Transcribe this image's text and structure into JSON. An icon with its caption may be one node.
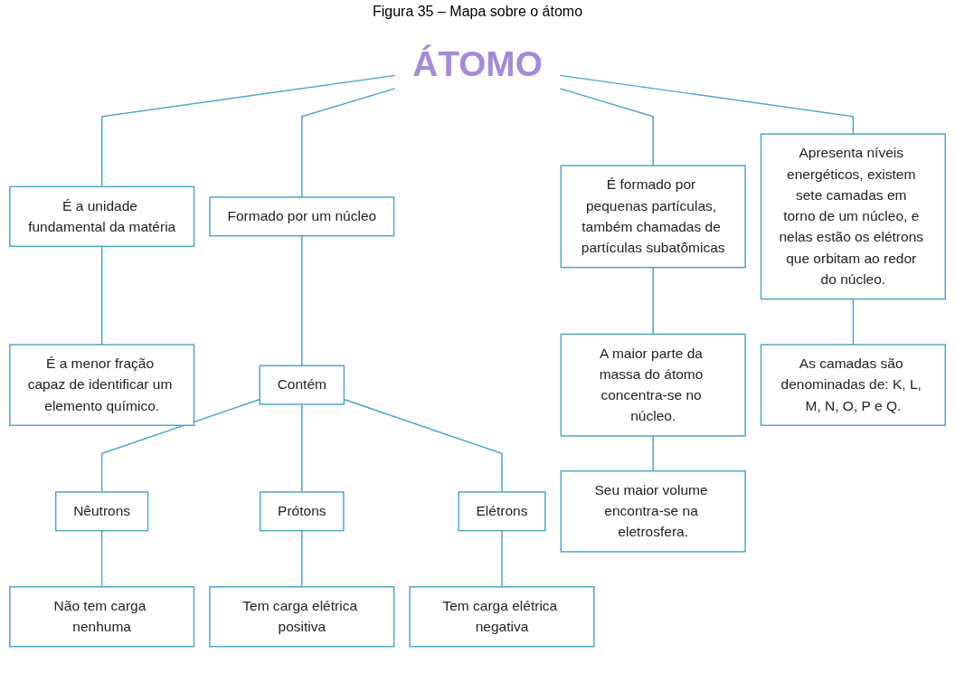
{
  "diagram": {
    "title": "Figura 35 – Mapa sobre o átomo",
    "nodes": [
      {
        "text": [
          "ÁTOMO"
        ]
      },
      {
        "text": [
          "É a unidade fundamental da matéria"
        ]
      },
      {
        "text": [
          "É a menor fração capaz de identificar um elemento químico."
        ]
      },
      {
        "text": [
          "Formado por um núcleo"
        ]
      },
      {
        "text": [
          "Contém"
        ]
      },
      {
        "text": [
          "Nêutrons"
        ]
      },
      {
        "text": [
          "Prótons"
        ]
      },
      {
        "text": [
          "Elétrons"
        ]
      },
      {
        "text": [
          "Não tem carga nenhuma"
        ]
      },
      {
        "text": [
          "Tem carga elétrica positiva"
        ]
      },
      {
        "text": [
          "Tem carga elétrica negativa"
        ]
      },
      {
        "text": [
          "É formado por pequenas partículas, também chamadas de partículas subatômicas"
        ]
      },
      {
        "text": [
          "A maior parte da massa do átomo concentra-se no núcleo."
        ]
      },
      {
        "text": [
          "Seu maior volume encontra-se na eletrosfera."
        ]
      },
      {
        "text": [
          "Apresenta níveis energéticos, existem sete camadas em torno de um núcleo, e nelas estão os elétrons que orbitam ao redor do núcleo."
        ]
      },
      {
        "text": [
          "As camadas são denominadas de: K, L, M, N, O, P e Q."
        ]
      }
    ],
    "edges": [
      {
        "from": 0,
        "to": 1,
        "arrow": "none"
      },
      {
        "from": 0,
        "to": 3,
        "arrow": "none"
      },
      {
        "from": 0,
        "to": 11,
        "arrow": "none"
      },
      {
        "from": 0,
        "to": 14,
        "arrow": "none"
      },
      {
        "from": 1,
        "to": 2,
        "arrow": "none"
      },
      {
        "from": 3,
        "to": 4,
        "arrow": "none"
      },
      {
        "from": 4,
        "to": 5,
        "arrow": "none"
      },
      {
        "from": 4,
        "to": 6,
        "arrow": "none"
      },
      {
        "from": 4,
        "to": 7,
        "arrow": "none"
      },
      {
        "from": 5,
        "to": 8,
        "arrow": "none"
      },
      {
        "from": 6,
        "to": 9,
        "arrow": "none"
      },
      {
        "from": 7,
        "to": 10,
        "arrow": "none"
      },
      {
        "from": 11,
        "to": 12,
        "arrow": "none"
      },
      {
        "from": 12,
        "to": 13,
        "arrow": "none"
      },
      {
        "from": 14,
        "to": 15,
        "arrow": "none"
      }
    ]
  }
}
